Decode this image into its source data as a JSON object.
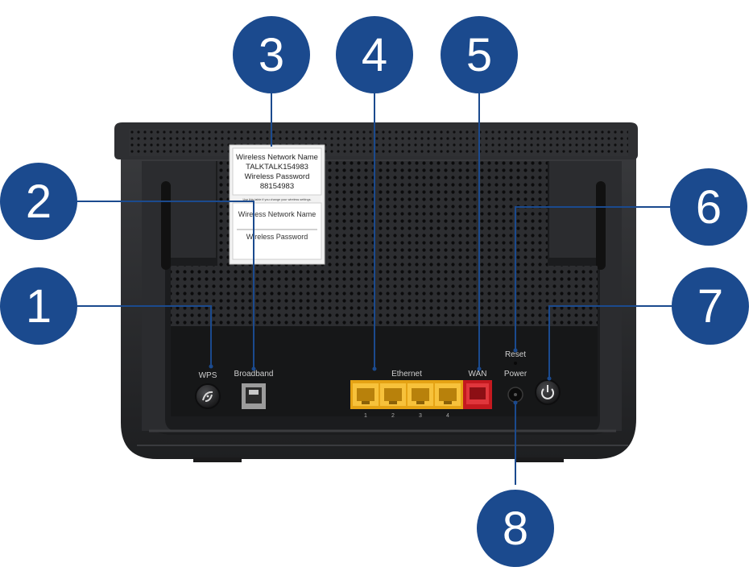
{
  "callouts": [
    "1",
    "2",
    "3",
    "4",
    "5",
    "6",
    "7",
    "8"
  ],
  "sticker": {
    "top_line1": "Wireless Network Name",
    "top_line2": "TALKTALK154983",
    "top_line3": "Wireless Password",
    "top_line4": "88154983",
    "small_note": "Use this table if you change your wireless settings.",
    "bottom_line1": "Wireless Network Name",
    "bottom_line2": "Wireless Password"
  },
  "ports": {
    "wps": "WPS",
    "broadband": "Broadband",
    "ethernet": "Ethernet",
    "wan": "WAN",
    "reset": "Reset",
    "power": "Power",
    "eth_numbers": [
      "1",
      "2",
      "3",
      "4"
    ]
  },
  "icons": {
    "wps_button": "wps-icon",
    "power_button": "power-icon"
  },
  "colors": {
    "callout": "#1b4a8e",
    "ethernet_port": "#f2b21b",
    "wan_port": "#cc1f24",
    "router_body": "#2a2b2d"
  }
}
